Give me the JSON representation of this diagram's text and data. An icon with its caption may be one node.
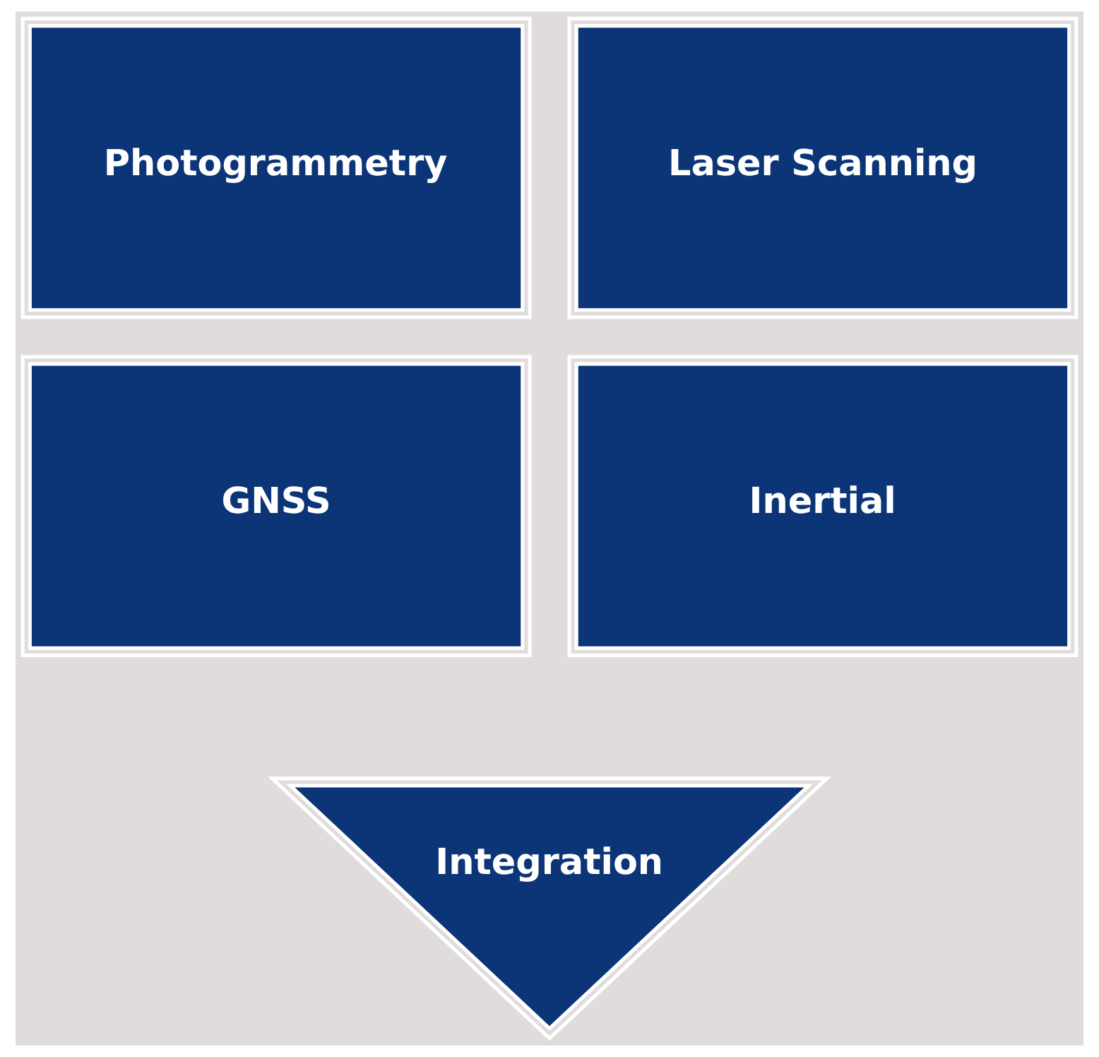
{
  "diagram": {
    "nodes": [
      {
        "text": [
          "Photogrammetry"
        ]
      },
      {
        "text": [
          "Laser Scanning"
        ]
      },
      {
        "text": [
          "GNSS"
        ]
      },
      {
        "text": [
          "Inertial"
        ]
      },
      {
        "text": [
          "Integration"
        ]
      }
    ]
  }
}
